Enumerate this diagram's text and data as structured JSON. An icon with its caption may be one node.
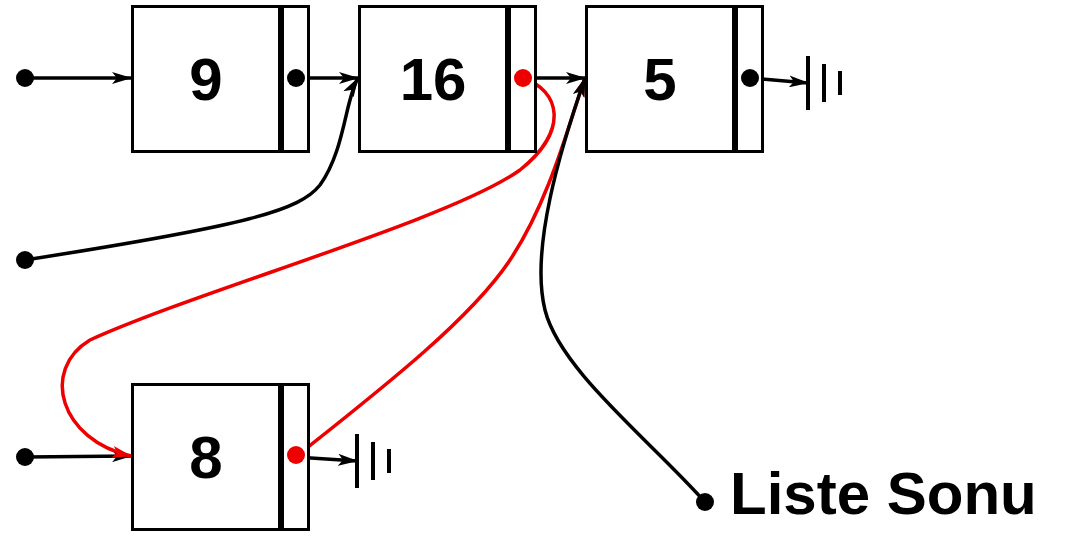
{
  "diagram": {
    "nodes": [
      {
        "text": [],
        "shape": "circle"
      },
      {
        "text": [
          "9"
        ]
      },
      {
        "text": [],
        "shape": "box"
      },
      {
        "text": [
          "16"
        ]
      },
      {
        "text": [],
        "shape": "box"
      },
      {
        "text": [
          "5"
        ]
      },
      {
        "text": [],
        "shape": "box"
      },
      {
        "text": [],
        "shape": "circle"
      },
      {
        "text": [],
        "shape": "circle"
      },
      {
        "text": [
          "8"
        ]
      },
      {
        "text": [],
        "shape": "box"
      },
      {
        "text": [],
        "shape": "bar"
      },
      {
        "text": [],
        "shape": "bar"
      },
      {
        "text": [],
        "shape": "circle",
        "beside": [
          "Liste Sonu"
        ]
      }
    ],
    "edges": [
      {
        "from": 0,
        "to": 1,
        "arrow": "to"
      },
      {
        "from": 2,
        "to": 3,
        "arrow": "to"
      },
      {
        "from": 4,
        "to": 5,
        "arrow": "to"
      },
      {
        "from": 6,
        "to": 11,
        "arrow": "to"
      },
      {
        "from": 7,
        "to": 3,
        "arrow": "to"
      },
      {
        "from": 8,
        "to": 9,
        "arrow": "to"
      },
      {
        "from": 4,
        "to": 9,
        "arrow": "to",
        "color": "#ee0000"
      },
      {
        "from": 10,
        "to": 5,
        "arrow": "to",
        "color": "#ee0000"
      },
      {
        "from": 10,
        "to": 12,
        "arrow": "to"
      },
      {
        "from": 13,
        "to": 5,
        "arrow": "to"
      }
    ]
  }
}
